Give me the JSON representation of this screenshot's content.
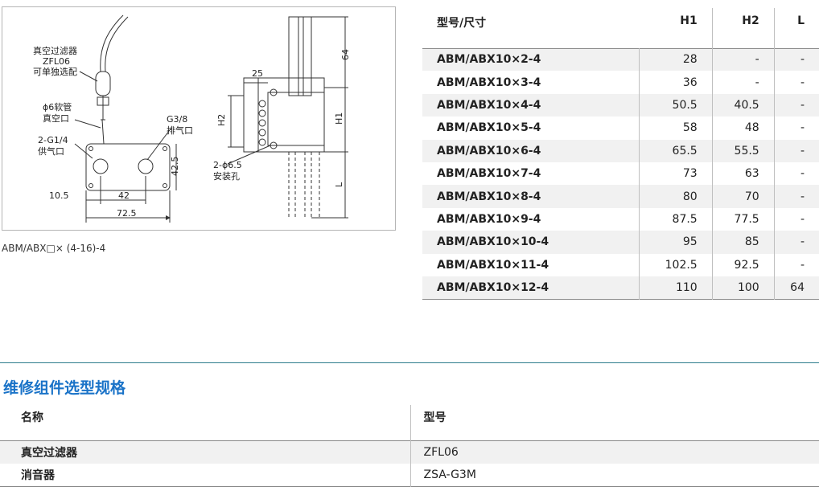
{
  "drawing": {
    "left_labels": {
      "filter_line1": "真空过滤器",
      "filter_line2": "ZFL06",
      "filter_line3": "可单独选配",
      "hose_line1": "ϕ6软管",
      "hose_line2": "真空口",
      "supply_line1": "2-G1/4",
      "supply_line2": "供气口",
      "exhaust_line1": "G3/8",
      "exhaust_line2": "排气口",
      "dim_42_5": "42.5",
      "dim_10_5": "10.5",
      "dim_42": "42",
      "dim_72_5": "72.5"
    },
    "right_labels": {
      "dim_64": "64",
      "dim_25": "25",
      "dim_h2": "H2",
      "dim_h1": "H1",
      "dim_l": "L",
      "hole_line1": "2-ϕ6.5",
      "hole_line2": "安装孔"
    }
  },
  "caption": "ABM/ABX□× (4-16)-4",
  "spec_table": {
    "headers": [
      "型号/尺寸",
      "H1",
      "H2",
      "L"
    ],
    "rows": [
      [
        "ABM/ABX10×2-4",
        "28",
        "-",
        "-"
      ],
      [
        "ABM/ABX10×3-4",
        "36",
        "-",
        "-"
      ],
      [
        "ABM/ABX10×4-4",
        "50.5",
        "40.5",
        "-"
      ],
      [
        "ABM/ABX10×5-4",
        "58",
        "48",
        "-"
      ],
      [
        "ABM/ABX10×6-4",
        "65.5",
        "55.5",
        "-"
      ],
      [
        "ABM/ABX10×7-4",
        "73",
        "63",
        "-"
      ],
      [
        "ABM/ABX10×8-4",
        "80",
        "70",
        "-"
      ],
      [
        "ABM/ABX10×9-4",
        "87.5",
        "77.5",
        "-"
      ],
      [
        "ABM/ABX10×10-4",
        "95",
        "85",
        "-"
      ],
      [
        "ABM/ABX10×11-4",
        "102.5",
        "92.5",
        "-"
      ],
      [
        "ABM/ABX10×12-4",
        "110",
        "100",
        "64"
      ]
    ]
  },
  "section": {
    "title": "维修组件选型规格",
    "headers": [
      "名称",
      "型号"
    ],
    "rows": [
      [
        "真空过滤器",
        "ZFL06"
      ],
      [
        "消音器",
        "ZSA-G3M"
      ]
    ]
  }
}
